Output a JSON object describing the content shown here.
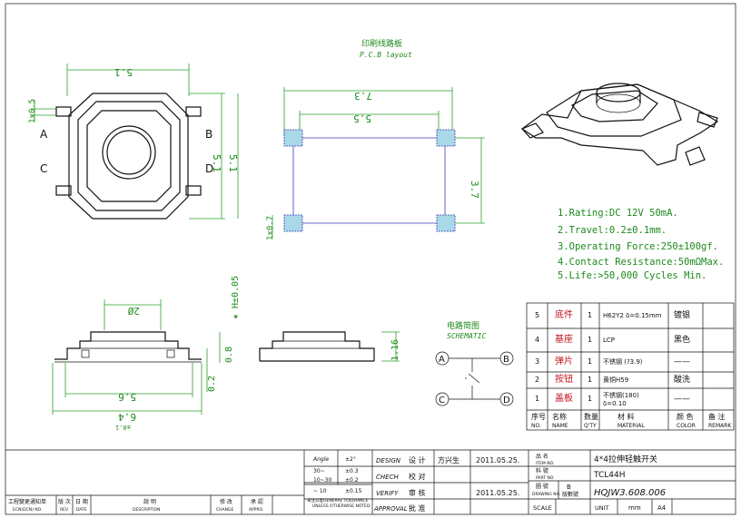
{
  "pcb_layout": {
    "title_cn": "印刷线路板",
    "title_en": "P.C.B layout",
    "dim_width": "7.3",
    "dim_inner": "5.5",
    "dim_height": "3.7",
    "dim_pad": "1x0.7"
  },
  "top_view": {
    "dim_width": "5.1",
    "dim_height": "5.1",
    "dim_lead": "1x0.5",
    "pin_a": "A",
    "pin_b": "B",
    "pin_c": "C",
    "pin_d": "D"
  },
  "side_view": {
    "dim_button": "2Ø",
    "dim_height": "★ H±0.05",
    "dim_body": "5.6",
    "dim_lead": "6.4",
    "dim_lead_tol": "±0.1",
    "dim_02": "0.2",
    "dim_08": "0.8",
    "dim_116": "1.16"
  },
  "schematic": {
    "title_cn": "电路简图",
    "title_en": "SCHEMATIC",
    "pin_a": "A",
    "pin_b": "B",
    "pin_c": "C",
    "pin_d": "D"
  },
  "specs": [
    "1.Rating:DC 12V 50mA.",
    "2.Travel:0.2±0.1mm.",
    "3.Operating Force:250±100gf.",
    "4.Contact Resistance:50mΩMax.",
    "5.Life:>50,000 Cycles Min."
  ],
  "bom": {
    "rows": [
      {
        "no": "5",
        "name": "底件",
        "qty": "1",
        "material": "H62Y2 δ=0.15mm",
        "color": "镀银",
        "remark": ""
      },
      {
        "no": "4",
        "name": "基座",
        "qty": "1",
        "material": "LCP",
        "color": "黑色",
        "remark": ""
      },
      {
        "no": "3",
        "name": "弹片",
        "qty": "1",
        "material": "不锈钢 (?3.9)",
        "color": "——",
        "remark": ""
      },
      {
        "no": "2",
        "name": "按钮",
        "qty": "1",
        "material": "黄铜H59",
        "color": "酸洗",
        "remark": ""
      },
      {
        "no": "1",
        "name": "盖板",
        "qty": "1",
        "material": "不锈钢(180)",
        "material2": "δ=0.10",
        "color": "——",
        "remark": ""
      }
    ],
    "headers": [
      {
        "cn": "序号",
        "en": "NO."
      },
      {
        "cn": "名称",
        "en": "NAME"
      },
      {
        "cn": "数量",
        "en": "Q'TY"
      },
      {
        "cn": "材 料",
        "en": "MATERIAL"
      },
      {
        "cn": "颜 色",
        "en": "COLOR"
      },
      {
        "cn": "备 注",
        "en": "REMARK"
      }
    ]
  },
  "tolerance": {
    "rows": [
      {
        "range": "Angle",
        "tol": "±2°"
      },
      {
        "range": "30~",
        "tol": "±0.3"
      },
      {
        "range": "10~30",
        "tol": "±0.2"
      },
      {
        "range": "~ 10",
        "tol": "±0.15"
      }
    ],
    "note_cn": "未注公差",
    "note_en1": "GENERAL TOLERANCE",
    "note_en2": "UNLESS OTHERWISE NOTED"
  },
  "signoff": {
    "design_en": "DESIGN",
    "design_cn": "设 计",
    "designer": "方兴生",
    "design_date": "2011.05.25.",
    "check_en": "CHECH",
    "check_cn": "校 对",
    "verify_en": "VERIFY",
    "verify_cn": "审 核",
    "verify_date": "2011.05.25.",
    "approval_en": "APPROVAL",
    "approval_cn": "批 准"
  },
  "title_block": {
    "item_cn": "品 名",
    "item_en": "ITEM NO.",
    "item_val": "4*4拉伸轻触开关",
    "part_cn": "料 號",
    "part_en": "PART NO.",
    "part_val": "TCL44H",
    "drawing_cn": "圖 號",
    "drawing_en": "DRAWING NO.",
    "rev": "B",
    "rev_cn": "版數號",
    "drawing_val": "HQJW3.608.006",
    "scale": "SCALE",
    "unit": "UNIT",
    "unit_val": "mm",
    "size": "A4"
  },
  "revision": {
    "eco_cn": "工程變更通知单",
    "eco_en": "ECN(DCN) NO.",
    "rev_cn": "版 次",
    "rev_en": "REV",
    "date_cn": "日 期",
    "date_en": "DATE",
    "desc_cn": "說 明",
    "desc_en": "DESCRIPTION",
    "change_cn": "修 改",
    "change_en": "CHANGE",
    "appr_cn": "承 認",
    "appr_en": "APPRO."
  }
}
